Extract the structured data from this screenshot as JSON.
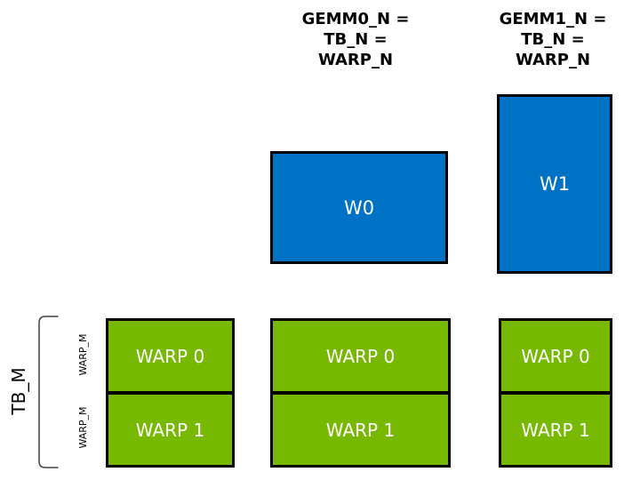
{
  "diagram": {
    "column_headers": [
      {
        "text": "GEMM0_N =\nTB_N =\nWARP_N"
      },
      {
        "text": "GEMM1_N =\nTB_N =\nWARP_N"
      }
    ],
    "accumulator_tiles": [
      {
        "label": "W0"
      },
      {
        "label": "W1"
      }
    ],
    "warp_grids": [
      {
        "cells": [
          "WARP 0",
          "WARP 1"
        ]
      },
      {
        "cells": [
          "WARP 0",
          "WARP 1"
        ]
      },
      {
        "cells": [
          "WARP 0",
          "WARP 1"
        ]
      }
    ],
    "left_axis": {
      "tb_m_label": "TB_M",
      "warp_m_labels": [
        "WARP_M",
        "WARP_M"
      ]
    },
    "colors": {
      "nvidia_green": "#76b900",
      "tile_blue": "#0072c6",
      "border_black": "#000000",
      "shape_text": "#ffffff",
      "label_text": "#000000",
      "bracket": "#404040"
    }
  }
}
